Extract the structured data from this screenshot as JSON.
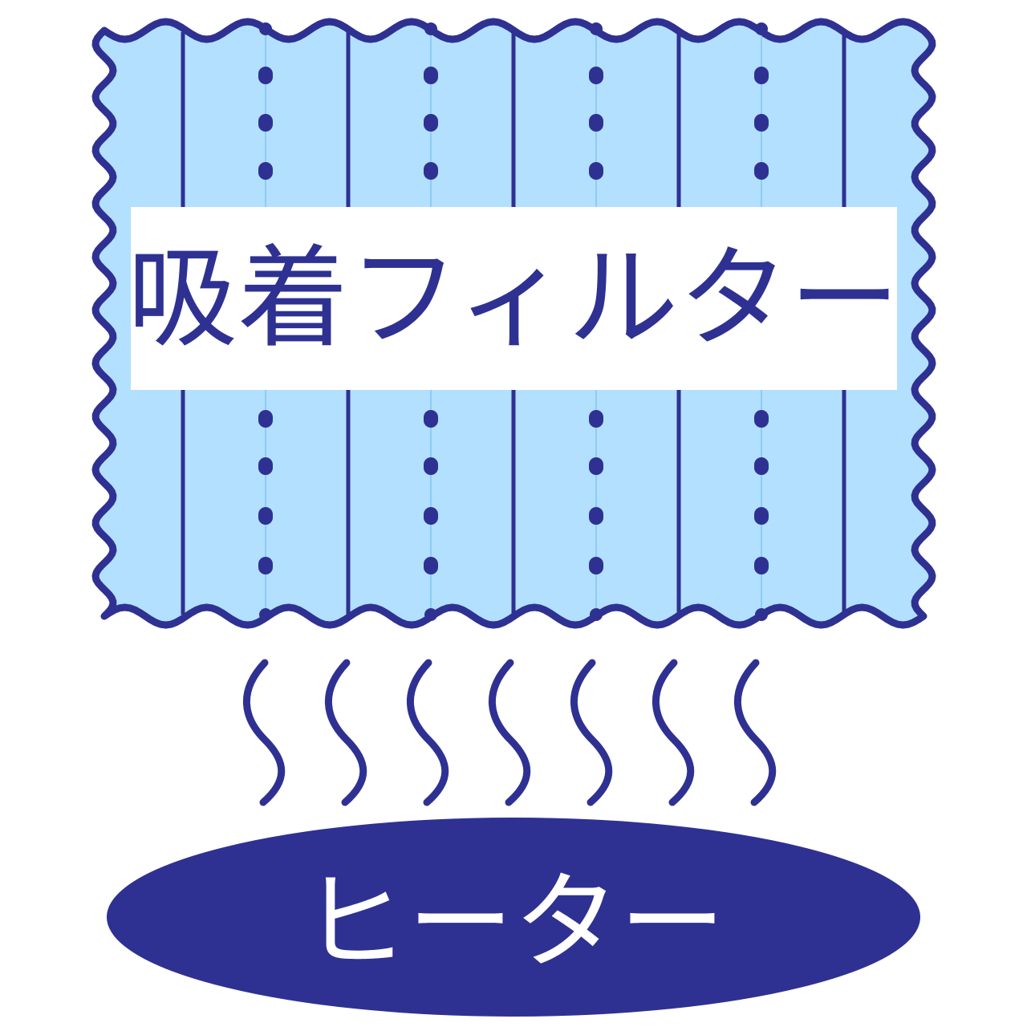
{
  "filter": {
    "label": "吸着フィルター",
    "fill_color": "#b3e0ff",
    "stroke_color": "#2e3192",
    "label_bg": "#ffffff"
  },
  "heater": {
    "label": "ヒーター",
    "fill_color": "#2e3192",
    "text_color": "#ffffff"
  },
  "heat_waves": {
    "count": 7,
    "stroke_color": "#2e3192"
  }
}
